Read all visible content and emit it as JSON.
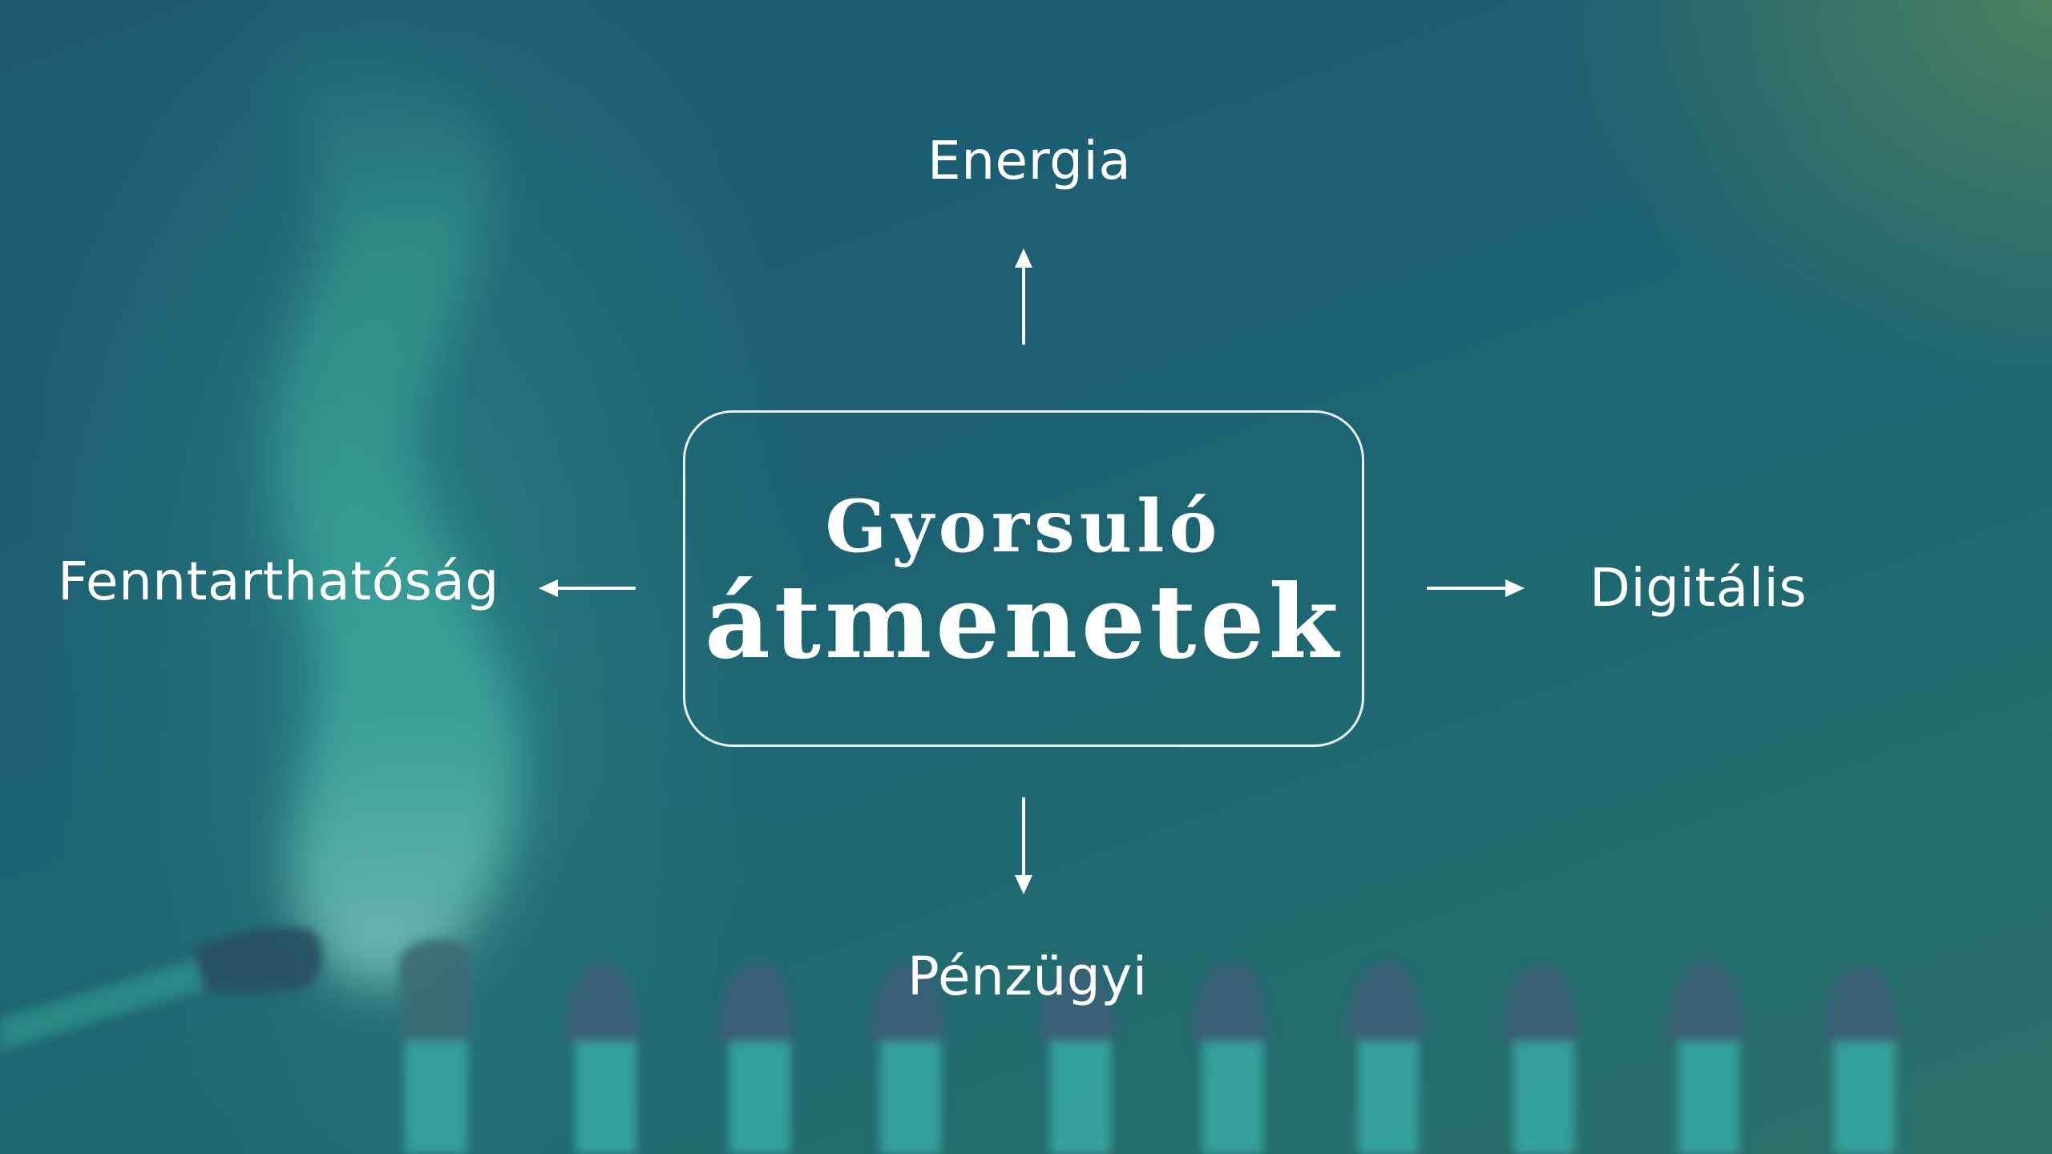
{
  "diagram": {
    "center": {
      "line1": "Gyorsuló",
      "line2": "átmenetek"
    },
    "branches": {
      "top": "Energia",
      "left": "Fenntarthatóság",
      "right": "Digitális",
      "bottom": "Pénzügyi"
    }
  },
  "colors": {
    "text": "#ffffff",
    "background": "#1f6572",
    "accent_green": "#4f8a5a"
  }
}
